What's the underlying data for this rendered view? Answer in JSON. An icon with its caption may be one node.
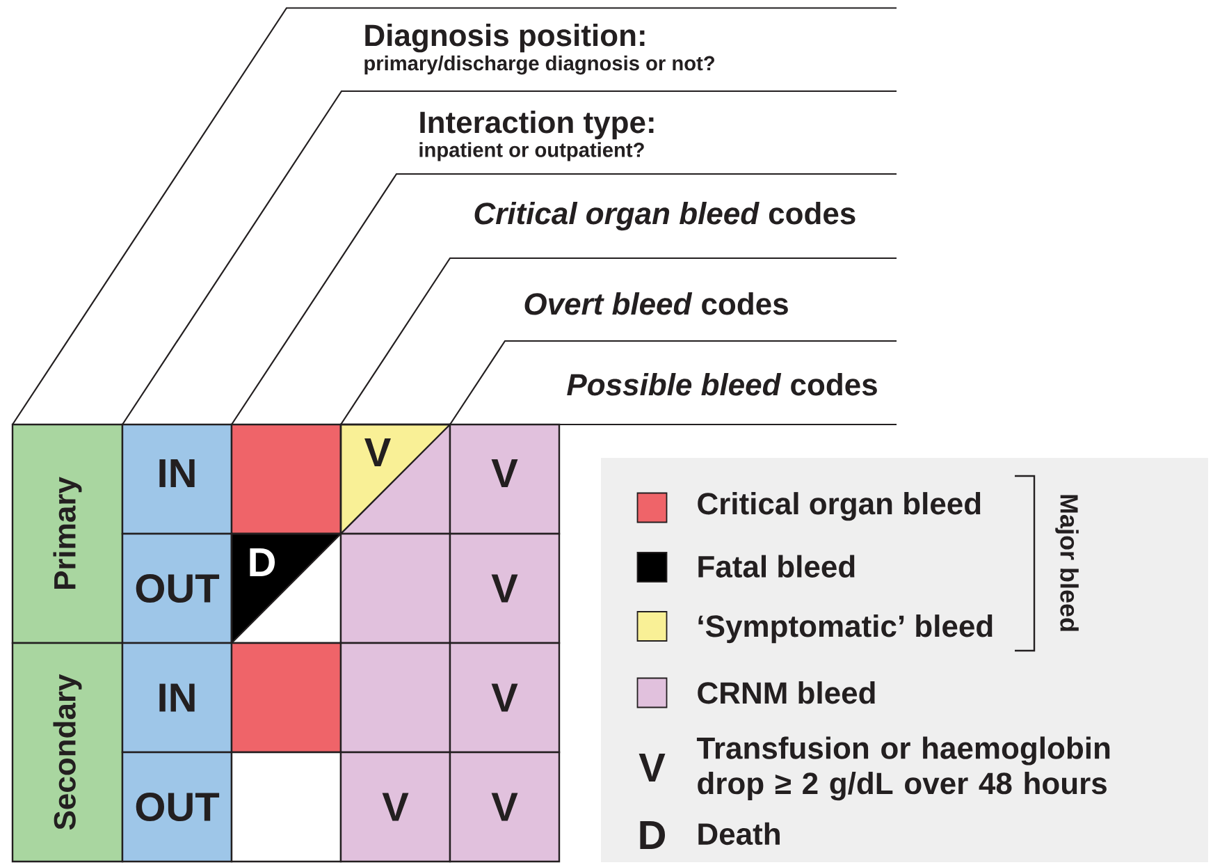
{
  "diagram": {
    "nodes": [
      {
        "text": [
          "Primary"
        ]
      },
      {
        "text": [
          "IN"
        ]
      },
      {
        "text": [],
        "shape": "box"
      },
      {
        "text": [
          "V"
        ]
      },
      {
        "text": [
          "V"
        ]
      },
      {
        "text": [
          "OUT"
        ]
      },
      {
        "text": [
          "D"
        ]
      },
      {
        "text": [],
        "shape": "box"
      },
      {
        "text": [
          "V"
        ]
      },
      {
        "text": [
          "Secondary"
        ]
      },
      {
        "text": [
          "IN"
        ]
      },
      {
        "text": [],
        "shape": "box"
      },
      {
        "text": [],
        "shape": "box"
      },
      {
        "text": [
          "V"
        ]
      },
      {
        "text": [
          "OUT"
        ]
      },
      {
        "text": [],
        "shape": "box"
      },
      {
        "text": [
          "V"
        ]
      },
      {
        "text": [
          "V"
        ]
      }
    ],
    "labels": [
      "Diagnosis position:",
      "primary/discharge diagnosis or not?",
      "Interaction type:",
      "inpatient or outpatient?",
      "*Critical organ bleed* codes",
      "*Overt bleed* codes",
      "*Possible bleed* codes",
      "Major bleed",
      "V",
      "D"
    ],
    "legend": [
      {
        "text": "Critical organ bleed",
        "color": "#ef6469"
      },
      {
        "text": "Fatal bleed",
        "color": "#000000"
      },
      {
        "text": "‘Symptomatic’ bleed",
        "color": "#f9f096"
      },
      {
        "text": "CRNM bleed",
        "color": "#e1c1dd"
      },
      {
        "text": "Transfusion or haemoglobin drop ≥ 2 g/dL over 48 hours"
      },
      {
        "text": "Death"
      }
    ]
  }
}
